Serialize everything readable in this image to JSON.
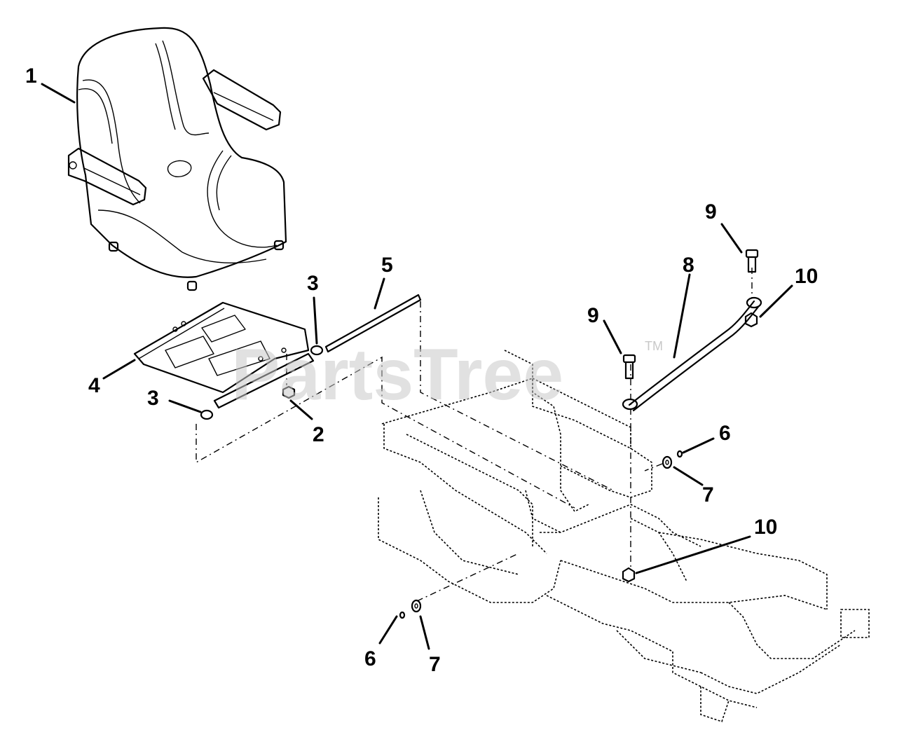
{
  "watermark": {
    "brand": "PartsTree",
    "trademark": "TM"
  },
  "callouts": [
    {
      "id": "c1",
      "label": "1"
    },
    {
      "id": "c2",
      "label": "2"
    },
    {
      "id": "c3a",
      "label": "3"
    },
    {
      "id": "c3b",
      "label": "3"
    },
    {
      "id": "c4",
      "label": "4"
    },
    {
      "id": "c5",
      "label": "5"
    },
    {
      "id": "c6a",
      "label": "6"
    },
    {
      "id": "c6b",
      "label": "6"
    },
    {
      "id": "c7a",
      "label": "7"
    },
    {
      "id": "c7b",
      "label": "7"
    },
    {
      "id": "c8",
      "label": "8"
    },
    {
      "id": "c9a",
      "label": "9"
    },
    {
      "id": "c9b",
      "label": "9"
    },
    {
      "id": "c10a",
      "label": "10"
    },
    {
      "id": "c10b",
      "label": "10"
    }
  ]
}
